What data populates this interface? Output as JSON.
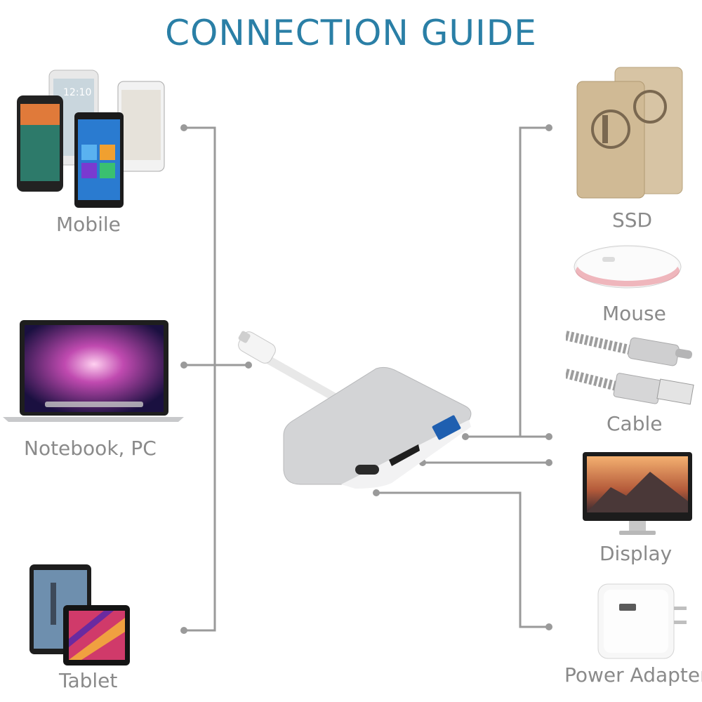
{
  "title": "CONNECTION GUIDE",
  "colors": {
    "title": "#2a7fa6",
    "label": "#8a8a8a",
    "line": "#9a9a9a",
    "aluminium": "#d3d4d6"
  },
  "left_devices": [
    {
      "label": "Mobile",
      "icon": "smartphones-icon"
    },
    {
      "label": "Notebook, PC",
      "icon": "laptop-icon"
    },
    {
      "label": "Tablet",
      "icon": "tablets-icon"
    }
  ],
  "center": {
    "icon": "usb-c-hub-icon"
  },
  "right_devices": [
    {
      "label": "SSD",
      "icon": "ssd-icon"
    },
    {
      "label": "Mouse",
      "icon": "mouse-icon"
    },
    {
      "label": "Cable",
      "icon": "usb-cable-icon"
    },
    {
      "label": "Display",
      "icon": "monitor-icon"
    },
    {
      "label": "Power Adapter",
      "icon": "power-adapter-icon"
    }
  ]
}
